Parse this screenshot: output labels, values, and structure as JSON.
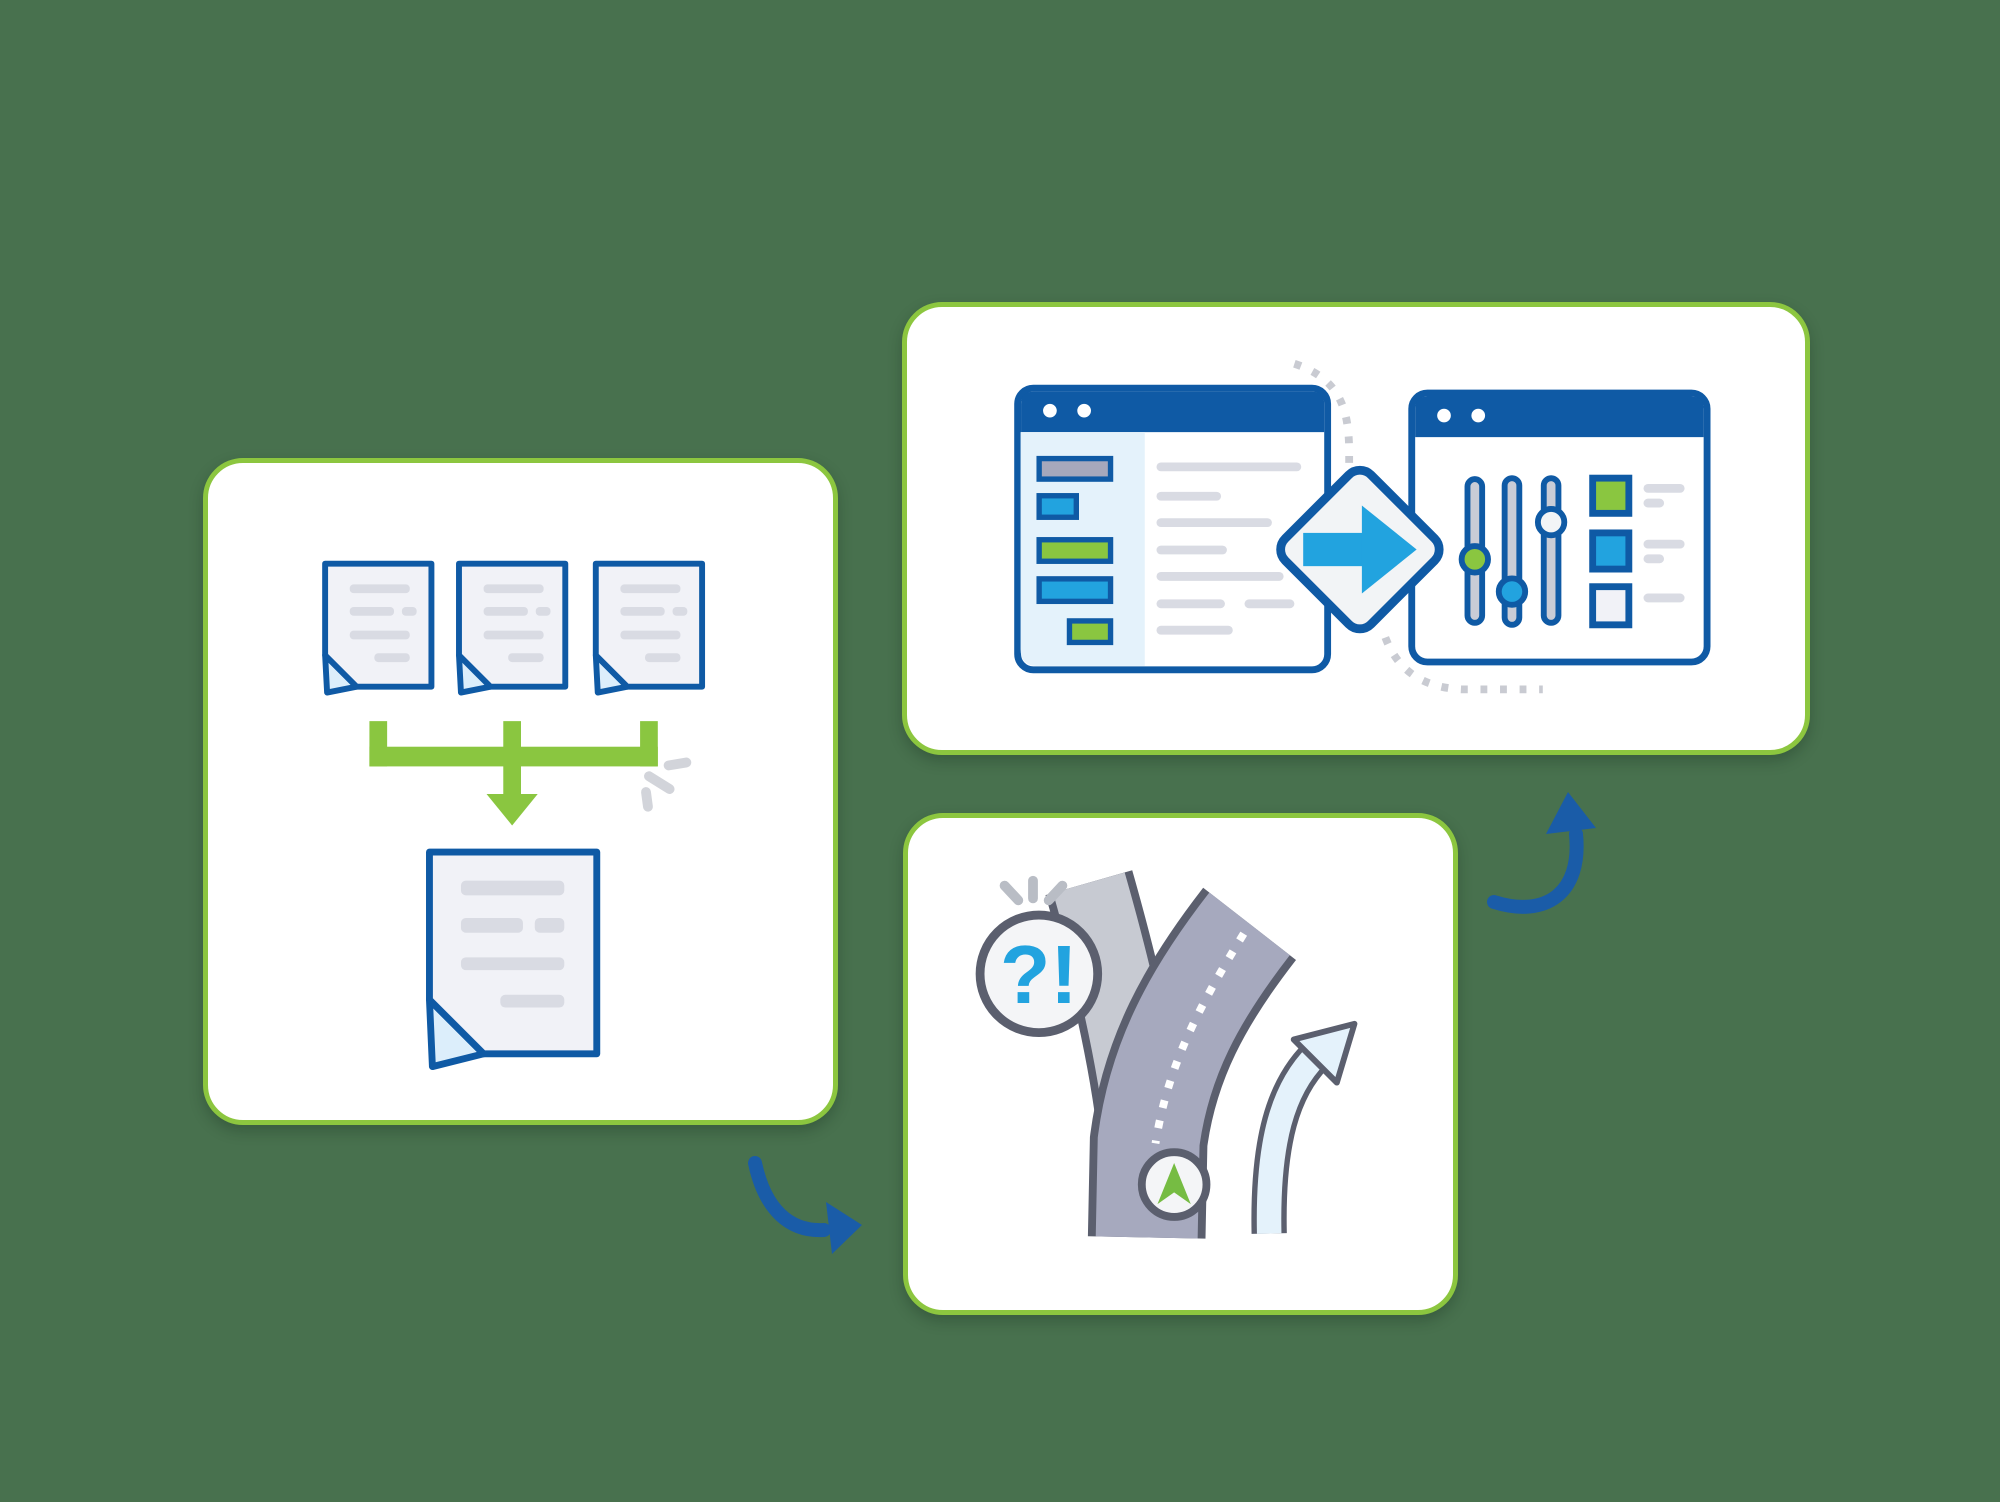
{
  "illustration": {
    "alert_label": "?!",
    "cards": [
      {
        "id": "merge-documents-card",
        "icon": "documents-merge-icon"
      },
      {
        "id": "transform-windows-card",
        "icon": "settings-transform-icon"
      },
      {
        "id": "fork-in-road-card",
        "icon": "fork-road-icon"
      }
    ],
    "connectors": [
      {
        "id": "curved-arrow-down-right-icon"
      },
      {
        "id": "curved-arrow-up-icon"
      }
    ]
  },
  "colors": {
    "bg": "#48714E",
    "white": "#FFFFFF",
    "cardBorder": "#8CC63F",
    "darkBlue": "#0F5AA5",
    "brightBlue": "#22A3DF",
    "green": "#8AC640",
    "navGreen": "#76BC43",
    "grayFill": "#A6A8BC",
    "lineGray": "#D9DBE3",
    "docFill": "#F1F2F7",
    "foldBlue": "#DCEEFB",
    "sidebarBlue": "#E4F2FB",
    "roadDark": "#A6A9BE",
    "roadLight": "#C7CAD2",
    "roadOutline": "#5B5F6E",
    "sliderTrack": "#C9CCD6",
    "sparkleGray": "#D2D4DA",
    "burstGray": "#B9BDC5",
    "dottedGray": "#C9CBD2",
    "connectorBlue": "#1A5CA8",
    "diamondFill": "#F2F4F6",
    "circleFill": "#F4F5F7"
  }
}
